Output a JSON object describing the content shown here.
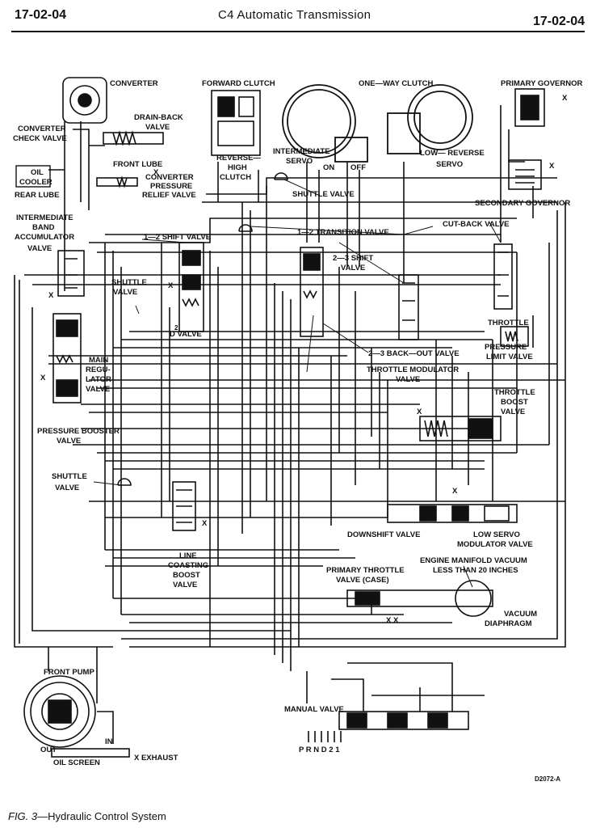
{
  "header": {
    "page_left": "17-02-04",
    "title": "C4 Automatic Transmission",
    "page_right": "17-02-04"
  },
  "labels": {
    "converter": "CONVERTER",
    "forward_clutch": "FORWARD CLUTCH",
    "one_way_clutch": "ONE—WAY CLUTCH",
    "primary_governor": "PRIMARY GOVERNOR",
    "drain_back_1": "DRAIN-BACK",
    "drain_back_2": "VALVE",
    "conv_check_1": "CONVERTER",
    "conv_check_2": "CHECK VALVE",
    "oil_cooler_1": "OIL",
    "oil_cooler_2": "COOLER",
    "rear_lube": "REAR LUBE",
    "front_lube": "FRONT LUBE",
    "conv_relief_1": "CONVERTER",
    "conv_relief_2": "PRESSURE",
    "conv_relief_3": "RELIEF VALVE",
    "reverse_1": "REVERSE—",
    "reverse_2": "HIGH",
    "reverse_3": "CLUTCH",
    "int_servo_1": "INTERMEDIATE",
    "int_servo_2": "SERVO",
    "on": "ON",
    "off": "OFF",
    "low_reverse_1": "LOW— REVERSE",
    "low_reverse_2": "SERVO",
    "shuttle_valve_top": "SHUTTLE VALVE",
    "secondary_governor": "SECONDARY GOVERNOR",
    "iba_1": "INTERMEDIATE",
    "iba_2": "BAND",
    "iba_3": "ACCUMULATOR",
    "iba_4": "VALVE",
    "cut_back": "CUT-BACK VALVE",
    "shift_12": "1—2 SHIFT VALVE",
    "transition_12": "1—2 TRANSITION VALVE",
    "shift_23_1": "2—3 SHIFT",
    "shift_23_2": "VALVE",
    "shuttle_left_1": "SHUTTLE",
    "shuttle_left_2": "VALVE",
    "d2_valve": "D VALVE",
    "d2_sup": "2",
    "throttle_1": "THROTTLE",
    "pressure_limit_1": "PRESSURE",
    "pressure_limit_2": "LIMIT VALVE",
    "backout_23": "2—3 BACK—OUT VALVE",
    "main_reg_1": "MAIN",
    "main_reg_2": "REGU-",
    "main_reg_3": "LATOR",
    "main_reg_4": "VALVE",
    "tmv_1": "THROTTLE MODULATOR",
    "tmv_2": "VALVE",
    "tbv_1": "THROTTLE",
    "tbv_2": "BOOST",
    "tbv_3": "VALVE",
    "pressure_booster_1": "PRESSURE BOOSTER",
    "pressure_booster_2": "VALVE",
    "shuttle_mid_1": "SHUTTLE",
    "shuttle_mid_2": "VALVE",
    "downshift": "DOWNSHIFT VALVE",
    "low_servo_mod_1": "LOW SERVO",
    "low_servo_mod_2": "MODULATOR VALVE",
    "line_coasting_1": "LINE",
    "line_coasting_2": "COASTING",
    "line_coasting_3": "BOOST",
    "line_coasting_4": "VALVE",
    "emv_1": "ENGINE MANIFOLD VACUUM",
    "emv_2": "LESS THAN 20 INCHES",
    "ptv_1": "PRIMARY THROTTLE",
    "ptv_2": "VALVE (CASE)",
    "vacuum_1": "VACUUM",
    "vacuum_2": "DIAPHRAGM",
    "front_pump": "FRONT PUMP",
    "manual_valve": "MANUAL VALVE",
    "gear_positions": "P R N D 2 1",
    "out": "OUT",
    "in": "IN",
    "oil_screen": "OIL SCREEN",
    "exhaust": "X EXHAUST",
    "x": "X",
    "xx": "X  X",
    "drawing_no": "D2072-A"
  },
  "caption": {
    "fig": "FIG. 3",
    "text": "—Hydraulic Control System"
  }
}
